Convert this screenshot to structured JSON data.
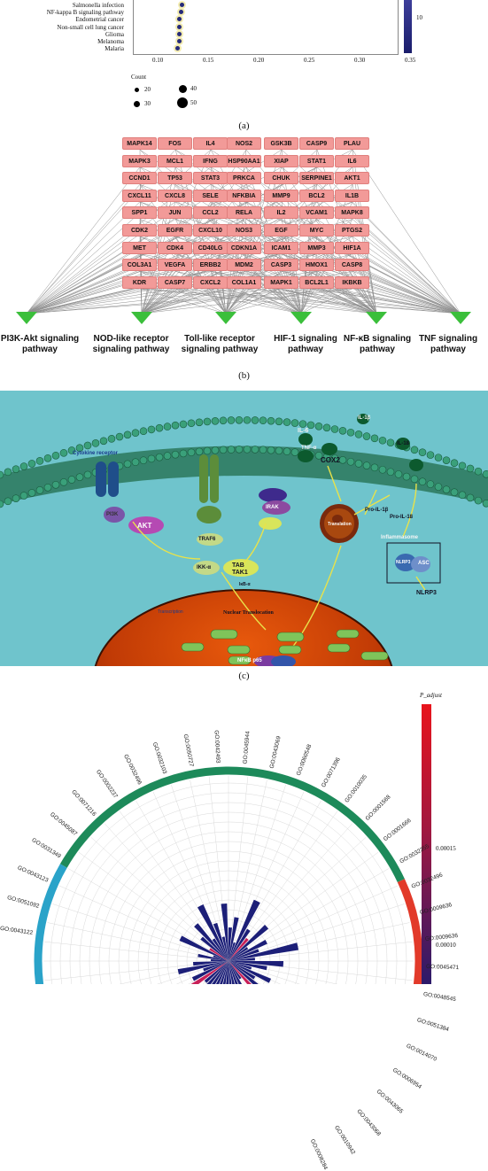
{
  "panel_a": {
    "rows": [
      "Salmonella infection",
      "NF-kappa B signaling pathway",
      "Endometrial cancer",
      "Non-small cell lung cancer",
      "Glioma",
      "Melanoma",
      "Malaria"
    ],
    "x_ticks": [
      "0.10",
      "0.15",
      "0.20",
      "0.25",
      "0.30",
      "0.35"
    ],
    "colorbar_tick": "10",
    "count_title": "Count",
    "count_values": [
      "20",
      "30",
      "40",
      "50"
    ],
    "caption": "(a)"
  },
  "panel_b": {
    "genes": [
      [
        "MAPK14",
        "FOS",
        "IL4",
        "NOS2",
        "GSK3B",
        "CASP9",
        "PLAU"
      ],
      [
        "MAPK3",
        "MCL1",
        "IFNG",
        "HSP90AA1",
        "XIAP",
        "STAT1",
        "IL6"
      ],
      [
        "CCND1",
        "TP53",
        "STAT3",
        "PRKCA",
        "CHUK",
        "SERPINE1",
        "AKT1"
      ],
      [
        "CXCL11",
        "CXCL8",
        "SELE",
        "NFKBIA",
        "MMP9",
        "BCL2",
        "IL1B"
      ],
      [
        "SPP1",
        "JUN",
        "CCL2",
        "RELA",
        "IL2",
        "VCAM1",
        "MAPK8"
      ],
      [
        "CDK2",
        "EGFR",
        "CXCL10",
        "NOS3",
        "EGF",
        "MYC",
        "PTGS2"
      ],
      [
        "MET",
        "CDK4",
        "CD40LG",
        "CDKN1A",
        "ICAM1",
        "MMP3",
        "HIF1A"
      ],
      [
        "COL3A1",
        "VEGFA",
        "ERBB2",
        "MDM2",
        "CASP3",
        "HMOX1",
        "CASP8"
      ],
      [
        "KDR",
        "CASP7",
        "CXCL2",
        "COL1A1",
        "MAPK1",
        "BCL2L1",
        "IKBKB"
      ]
    ],
    "pathways": [
      "PI3K-Akt signaling pathway",
      "NOD-like receptor signaling pathway",
      "Toll-like receptor signaling pathway",
      "HIF-1 signaling pathway",
      "NF-κB signaling pathway",
      "TNF signaling pathway"
    ],
    "caption": "(b)"
  },
  "panel_c": {
    "labels": {
      "cytokine_receptor": "Cytokine receptor",
      "pi3k": "PI3K",
      "akt": "AKT",
      "il6": "IL-6",
      "tnfa": "TNF-α",
      "cox2": "COX2",
      "il1b": "IL-1β",
      "il18": "IL-18",
      "traf6": "TRAF6",
      "irak": "IRAK",
      "tab_tak1": "TAB TAK1",
      "ikk": "IKK-α",
      "proil1b": "Pro-IL-1β",
      "proil18": "Pro-IL-18",
      "inflammasome": "Inflammasome",
      "asc": "ASC",
      "nlrp3_box": "NLRP3",
      "nlrp3": "NLRP3",
      "translation": "Translation",
      "nuclear": "Nuclear Translocation",
      "transcription": "Transcription",
      "nfkb": "NFκB p65",
      "ikba": "IκB-α"
    },
    "caption": "(c)"
  },
  "panel_d": {
    "legend_title": "P_adjust",
    "legend_ticks": [
      "0.00015",
      "0.00010"
    ],
    "go_labels": [
      "GO:0043122",
      "GO:0051092",
      "GO:0043123",
      "GO:0031349",
      "GO:0045087",
      "GO:0071216",
      "GO:0002237",
      "GO:0032496",
      "GO:0032103",
      "GO:0050727",
      "GO:0042493",
      "GO:0045944",
      "GO:0043069",
      "GO:0060548",
      "GO:0071396",
      "GO:0010035",
      "GO:0001568",
      "GO:0001666",
      "GO:0032355",
      "GO:0032496",
      "GO:0009636",
      "GO:0009636",
      "GO:0045471",
      "GO:0048545",
      "GO:0051384",
      "GO:0014070",
      "GO:0006954",
      "GO:0043065",
      "GO:0043068",
      "GO:0010942",
      "GO:0008284"
    ]
  }
}
